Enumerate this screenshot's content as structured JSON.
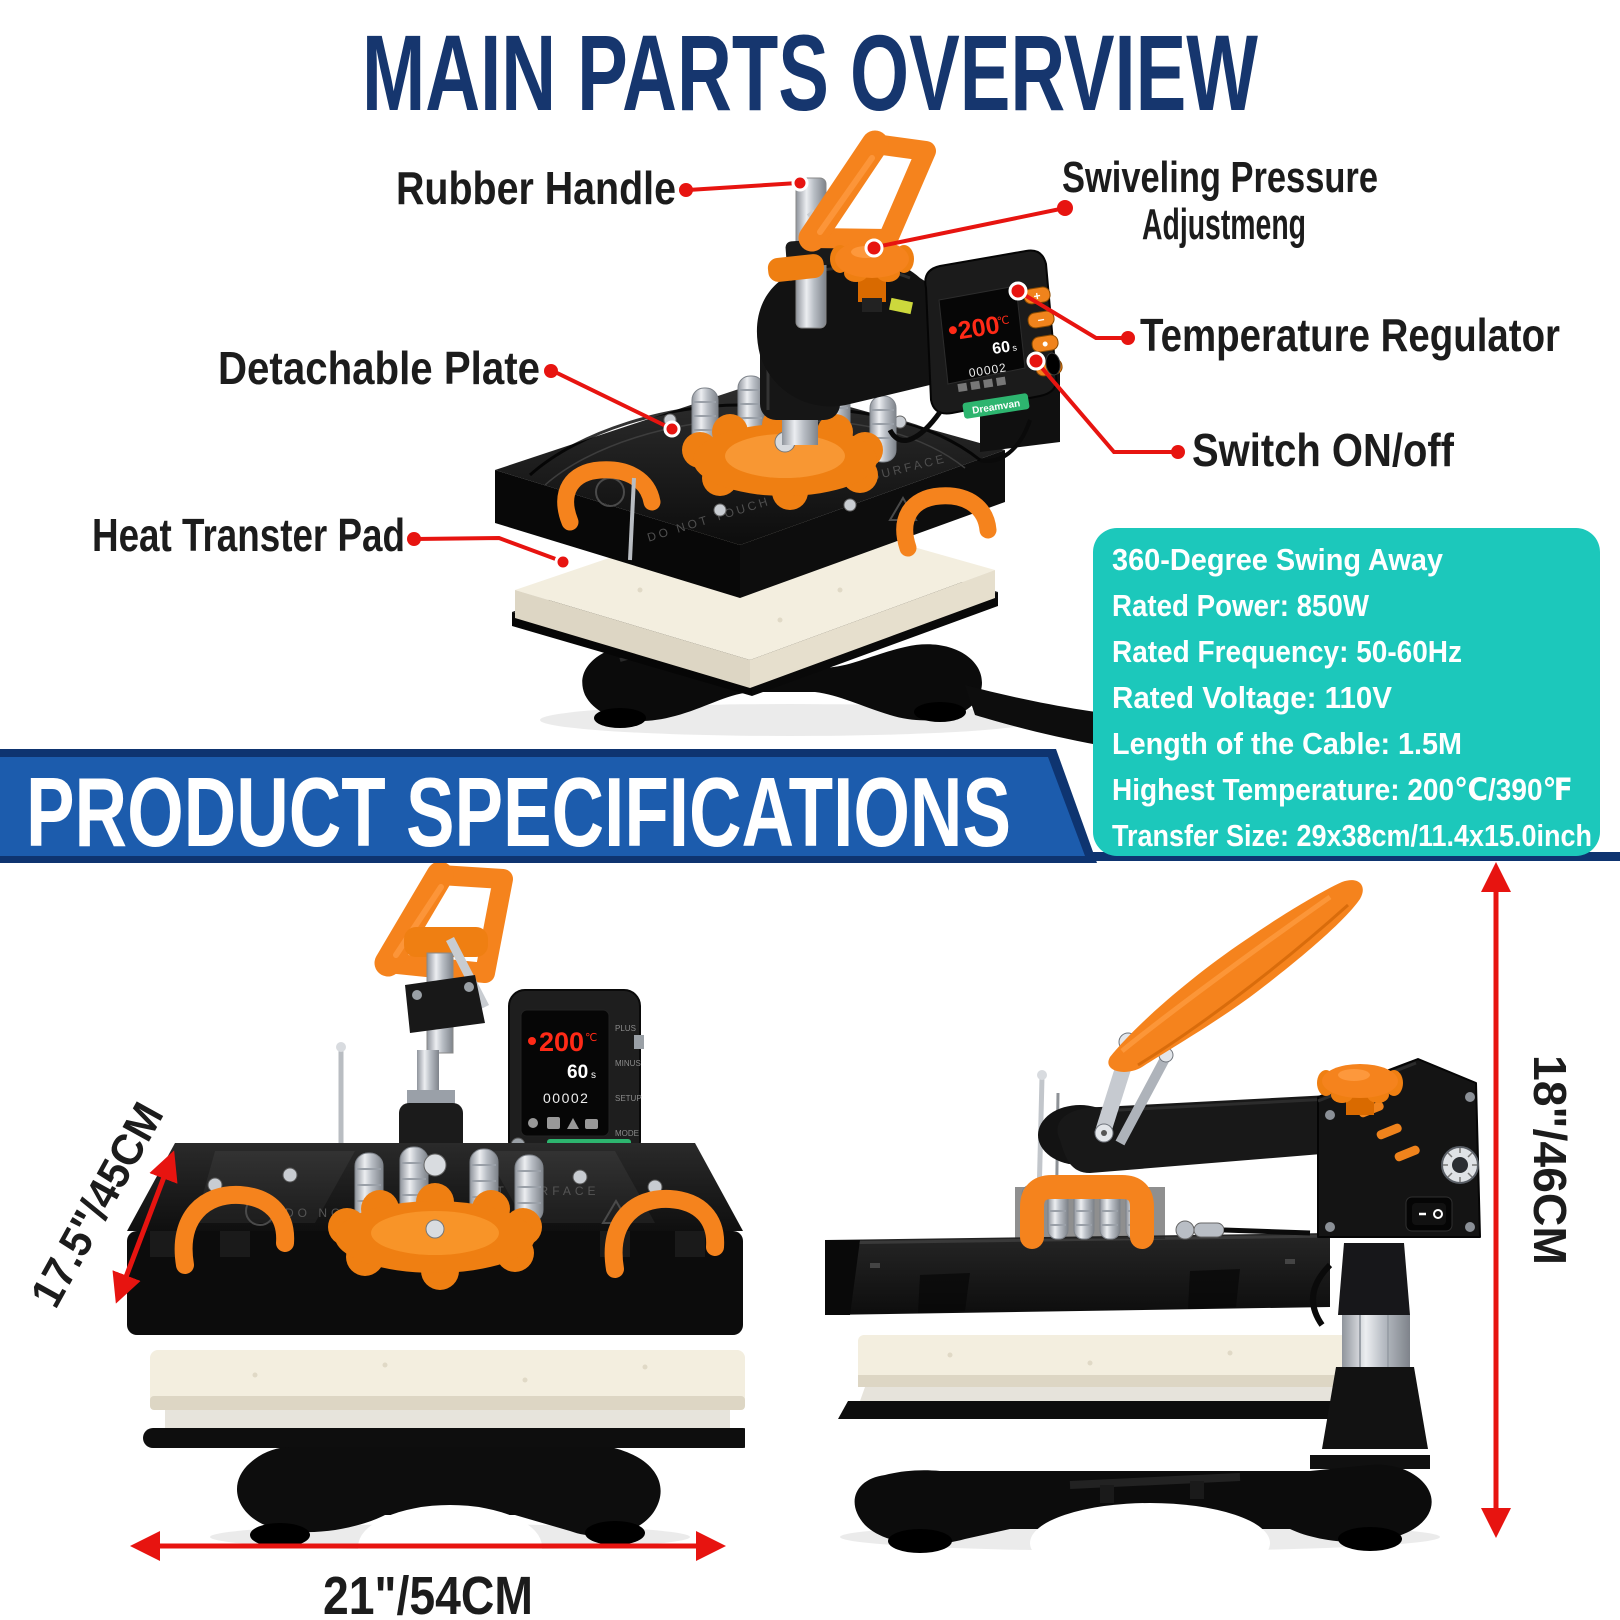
{
  "title": {
    "text": "MAIN PARTS OVERVIEW",
    "color": "#16366e"
  },
  "banner": {
    "text": "PRODUCT SPECIFICATIONS",
    "bg": "#1c5cad",
    "border": "#0e3470"
  },
  "part_labels": {
    "rubber_handle": "Rubber Handle",
    "swiveling_pressure_line1": "Swiveling Pressure",
    "swiveling_pressure_line2": "Adjustmeng",
    "detachable_plate": "Detachable Plate",
    "temperature_regulator": "Temperature Regulator",
    "switch_on_off": "Switch ON/off",
    "heat_transfer_pad": "Heat Transter Pad"
  },
  "specs": {
    "bg": "#1cc8bb",
    "items": [
      "360-Degree Swing Away",
      "Rated Power: 850W",
      "Rated Frequency: 50-60Hz",
      "Rated Voltage: 110V",
      "Length of the Cable: 1.5M",
      "Highest Temperature: 200℃/390℉",
      "Transfer Size: 29x38cm/11.4x15.0inch"
    ]
  },
  "dimensions": {
    "front_width": "17.5\"/45CM",
    "bottom_width": "21\"/54CM",
    "height": "18\"/46CM",
    "arrow_color": "#e71410"
  },
  "device": {
    "brand": "Dreamvan",
    "display": {
      "temperature": "200",
      "temperature_unit": "℃",
      "time": "60",
      "time_unit": "s",
      "counter": "00002"
    },
    "buttons": {
      "plus": "+",
      "minus": "−"
    },
    "panel_labels": [
      "PLUS",
      "MINUS",
      "SETUP",
      "MODE"
    ],
    "plate_engraving_left": "DO NOT TOUCH",
    "plate_engraving_right": "HOT SURFACE"
  },
  "colors": {
    "accent_red": "#e71410",
    "orange": "#f5831d",
    "teal": "#1cc8bb",
    "banner_blue": "#1c5cad",
    "navy": "#0e3470",
    "title_navy": "#16366e"
  }
}
